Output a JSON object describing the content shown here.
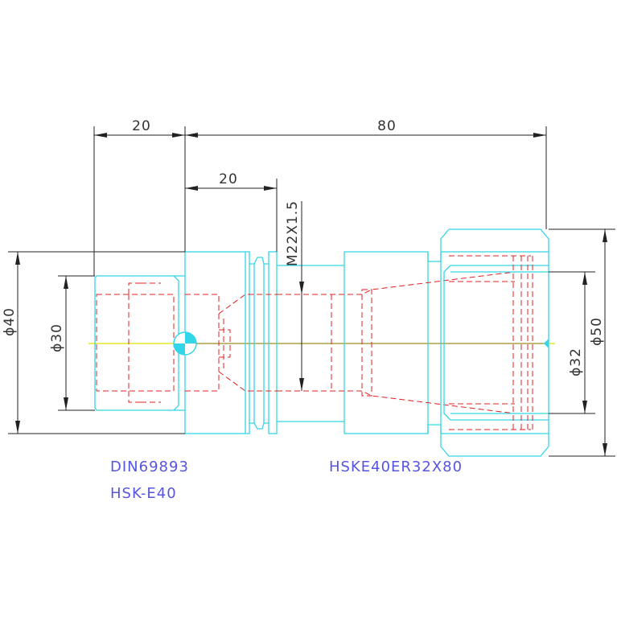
{
  "dimensions": {
    "d_top_20": "20",
    "d_top_80": "80",
    "d_mid_20": "20",
    "thread": "M22X1.5",
    "dia_40": "ϕ40",
    "dia_30": "ϕ30",
    "dia_32": "ϕ32",
    "dia_50": "ϕ50"
  },
  "labels": {
    "standard": "DIN69893",
    "interface": "HSK-E40",
    "part_number": "HSKE40ER32X80"
  },
  "colors": {
    "outline": "#33d6e8",
    "hidden": "#e02020",
    "dimension": "#222222",
    "label": "#5555e0",
    "axis": "#e8e000"
  }
}
